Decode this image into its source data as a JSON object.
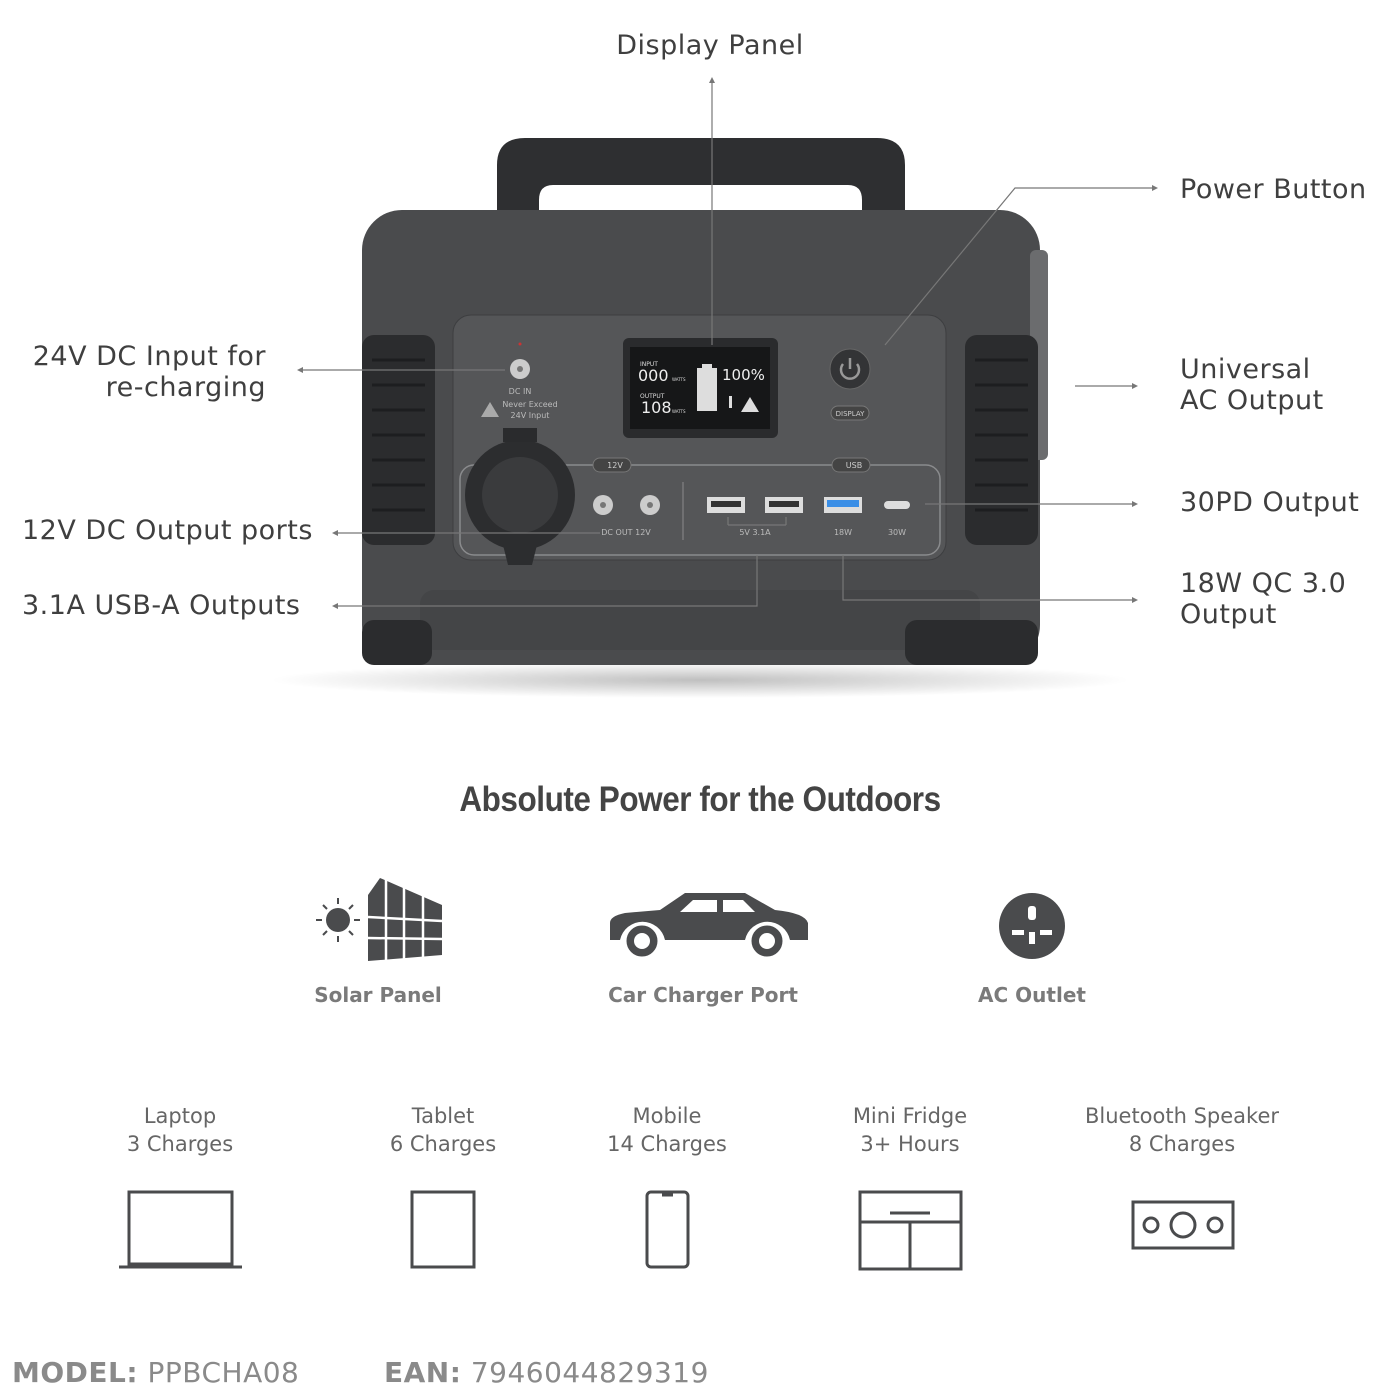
{
  "callouts": {
    "display_panel": "Display Panel",
    "power_button": "Power Button",
    "dc_input_line1": "24V DC Input for",
    "dc_input_line2": "re-charging",
    "ac_output_line1": "Universal",
    "ac_output_line2": "AC Output",
    "pd_output": "30PD Output",
    "dc_output": "12V DC Output ports",
    "usb_a": "3.1A USB-A Outputs",
    "qc_line1": "18W QC 3.0",
    "qc_line2": "Output"
  },
  "device_labels": {
    "dc_in": "DC IN",
    "warning1": "Never Exceed",
    "warning2": "24V Input",
    "input": "INPUT",
    "input_value": "000",
    "output": "OUTPUT",
    "output_value": "108",
    "watts": "WATTS",
    "battery": "100%",
    "display_btn": "DISPLAY",
    "tag_12v": "12V",
    "tag_usb": "USB",
    "dc_out": "DC OUT 12V",
    "usb_a_rating": "5V 3.1A",
    "qc_rating": "18W",
    "pd_rating": "30W"
  },
  "headline": "Absolute Power for the Outdoors",
  "charging_methods": [
    {
      "label": "Solar Panel",
      "icon": "solar-panel-icon"
    },
    {
      "label": "Car Charger Port",
      "icon": "car-icon"
    },
    {
      "label": "AC Outlet",
      "icon": "ac-outlet-icon"
    }
  ],
  "devices": [
    {
      "name": "Laptop",
      "value": "3 Charges",
      "icon": "laptop-icon"
    },
    {
      "name": "Tablet",
      "value": "6 Charges",
      "icon": "tablet-icon"
    },
    {
      "name": "Mobile",
      "value": "14 Charges",
      "icon": "mobile-icon"
    },
    {
      "name": "Mini Fridge",
      "value": "3+ Hours",
      "icon": "fridge-icon"
    },
    {
      "name": "Bluetooth Speaker",
      "value": "8 Charges",
      "icon": "speaker-icon"
    }
  ],
  "footer": {
    "model_label": "MODEL:",
    "model_value": "PPBCHA08",
    "ean_label": "EAN:",
    "ean_value": "7946044829319"
  },
  "colors": {
    "body": "#4a4b4d",
    "grip": "#2b2c2e",
    "accent_usb": "#3a8ee6"
  }
}
